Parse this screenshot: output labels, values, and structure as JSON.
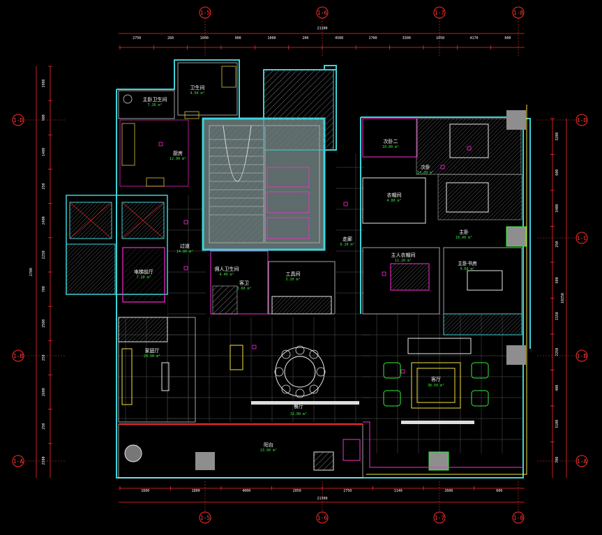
{
  "drawing": {
    "background": "#000000",
    "colors": {
      "wall": "#3fd3d8",
      "dimension": "#ff2a2a",
      "grid": "#ff2a2a",
      "furniture": "#e8e8e8",
      "accent_magenta": "#ff2bd6",
      "accent_yellow": "#f5e43a",
      "accent_green": "#35f03c",
      "hatch": "#8a8a8a"
    }
  },
  "grid_bubbles": {
    "top": [
      "1-5",
      "1-6",
      "1-7",
      "1-8"
    ],
    "bottom": [
      "1-5",
      "1-6",
      "1-7",
      "1-8"
    ],
    "left": [
      "1-D",
      "1-B",
      "1-A"
    ],
    "right": [
      "1-D",
      "1-C",
      "1-B",
      "1-A"
    ]
  },
  "dimensions": {
    "top_segments": [
      "2750",
      "260",
      "1000",
      "900",
      "1000",
      "200",
      "4500",
      "1700",
      "3300",
      "1050",
      "4170",
      "600"
    ],
    "top_total": "21300",
    "bottom_segments": [
      "1600",
      "2800",
      "4000",
      "2050",
      "2750",
      "1140",
      "2600",
      "600"
    ],
    "bottom_total": "21300",
    "left_segments": [
      "1900",
      "900",
      "1400",
      "250",
      "2400",
      "2250",
      "700",
      "2500",
      "250",
      "2600",
      "250",
      "2500"
    ],
    "left_total": "2700",
    "right_segments": [
      "3200",
      "600",
      "3400",
      "250",
      "600",
      "3150",
      "2250",
      "400",
      "5100",
      "700"
    ],
    "right_total": "10250"
  },
  "rooms": [
    {
      "name": "主卧卫生间",
      "area": "7.26 m²"
    },
    {
      "name": "卫生间",
      "area": "4.50 m²"
    },
    {
      "name": "厨房",
      "area": "12.90 m²"
    },
    {
      "name": "次卧二",
      "area": "10.80 m²"
    },
    {
      "name": "次卧",
      "area": "14.20 m²"
    },
    {
      "name": "衣帽间",
      "area": "4.80 m²"
    },
    {
      "name": "主卧",
      "area": "18.40 m²"
    },
    {
      "name": "主卧书房",
      "area": "9.60 m²"
    },
    {
      "name": "走廊",
      "area": "6.20 m²"
    },
    {
      "name": "主人衣帽间",
      "area": "11.20 m²"
    },
    {
      "name": "电梯前厅",
      "area": "7.20 m²"
    },
    {
      "name": "过道",
      "area": "14.80 m²"
    },
    {
      "name": "客卫",
      "area": "3.60 m²"
    },
    {
      "name": "工具间",
      "area": "3.20 m²"
    },
    {
      "name": "佣人卫生间",
      "area": "4.40 m²"
    },
    {
      "name": "餐厅",
      "area": "32.00 m²"
    },
    {
      "name": "客厅",
      "area": "38.50 m²"
    },
    {
      "name": "家庭厅",
      "area": "20.50 m²"
    },
    {
      "name": "阳台",
      "area": "23.90 m²"
    }
  ]
}
